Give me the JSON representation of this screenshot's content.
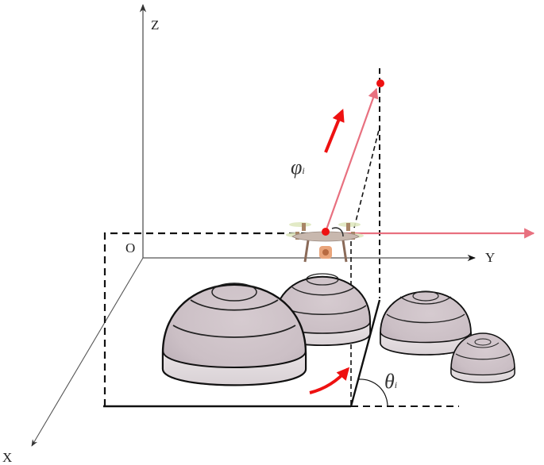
{
  "diagram": {
    "title": "UAV coordinate system with azimuth and elevation angles over dome obstacles",
    "axes": {
      "z_label": "Z",
      "y_label": "Y",
      "x_label": "X",
      "origin_label": "O"
    },
    "angles": {
      "phi": {
        "symbol": "φ",
        "subscript": "i"
      },
      "theta": {
        "symbol": "θ",
        "subscript": "i"
      }
    },
    "objects": {
      "uav": "quadcopter-drone",
      "domes": [
        {
          "name": "dome-large-front",
          "rings": 4
        },
        {
          "name": "dome-medium-back",
          "rings": 4
        },
        {
          "name": "dome-medium-right",
          "rings": 4
        },
        {
          "name": "dome-small-right",
          "rings": 4
        }
      ]
    },
    "colors": {
      "axis": "#555555",
      "dashed": "#111111",
      "vector_pink": "#e8707f",
      "arrow_red": "#ee1111",
      "point_red": "#ee1111",
      "dome_fill": "#dcd3d6",
      "dome_outline": "#111111",
      "drone_body": "#c8b8ae",
      "drone_camera": "#e9a47a"
    }
  }
}
